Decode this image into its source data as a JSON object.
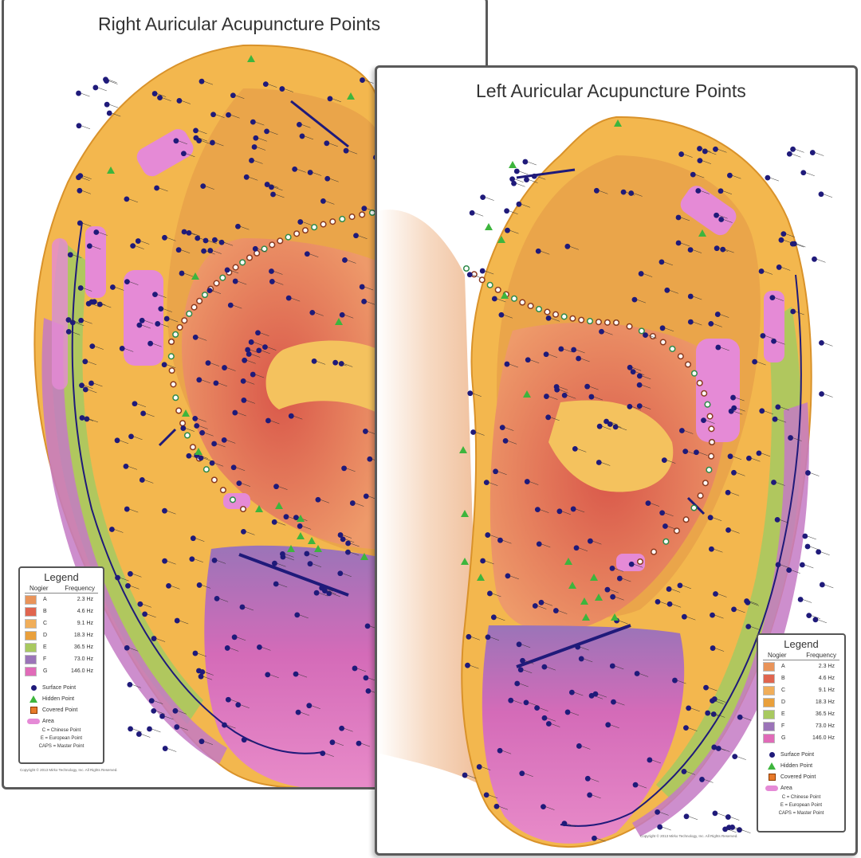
{
  "charts": {
    "right": {
      "title": "Right Auricular Acupuncture Points",
      "copyright": "Copyright © 2013 Mirko Technology, Inc. All Rights Reserved."
    },
    "left": {
      "title": "Left Auricular Acupuncture Points",
      "copyright": "Copyright © 2013 Mirko Technology, Inc. All Rights Reserved."
    }
  },
  "legend": {
    "title": "Legend",
    "col_nogier": "Nogier",
    "col_frequency": "Frequency",
    "frequencies": [
      {
        "nogier": "A",
        "frequency": "2.3 Hz",
        "color": "#e9945a"
      },
      {
        "nogier": "B",
        "frequency": "4.6 Hz",
        "color": "#e0654f"
      },
      {
        "nogier": "C",
        "frequency": "9.1 Hz",
        "color": "#f0ae5a"
      },
      {
        "nogier": "D",
        "frequency": "18.3 Hz",
        "color": "#e9a03c"
      },
      {
        "nogier": "E",
        "frequency": "36.5 Hz",
        "color": "#a8c960"
      },
      {
        "nogier": "F",
        "frequency": "73.0 Hz",
        "color": "#9b74b8"
      },
      {
        "nogier": "G",
        "frequency": "146.0 Hz",
        "color": "#e06bb8"
      }
    ],
    "point_types": [
      "Surface Point",
      "Hidden Point",
      "Covered Point",
      "Area"
    ],
    "notes": [
      "C = Chinese Point",
      "E = European Point",
      "CAPS = Master Point"
    ]
  },
  "colors": {
    "surface_point": "#1f1a7a",
    "hidden_point": "#3db53d",
    "covered_point": "#e87a2a",
    "area": "#e58ad6",
    "outer_ring": "#f0b24a",
    "scapha": "#e9a03c",
    "concha": "#e0654f",
    "lobe": "#e06bb8",
    "tragus_zone": "#9b74b8",
    "antitragus_band": "#a8c960"
  }
}
